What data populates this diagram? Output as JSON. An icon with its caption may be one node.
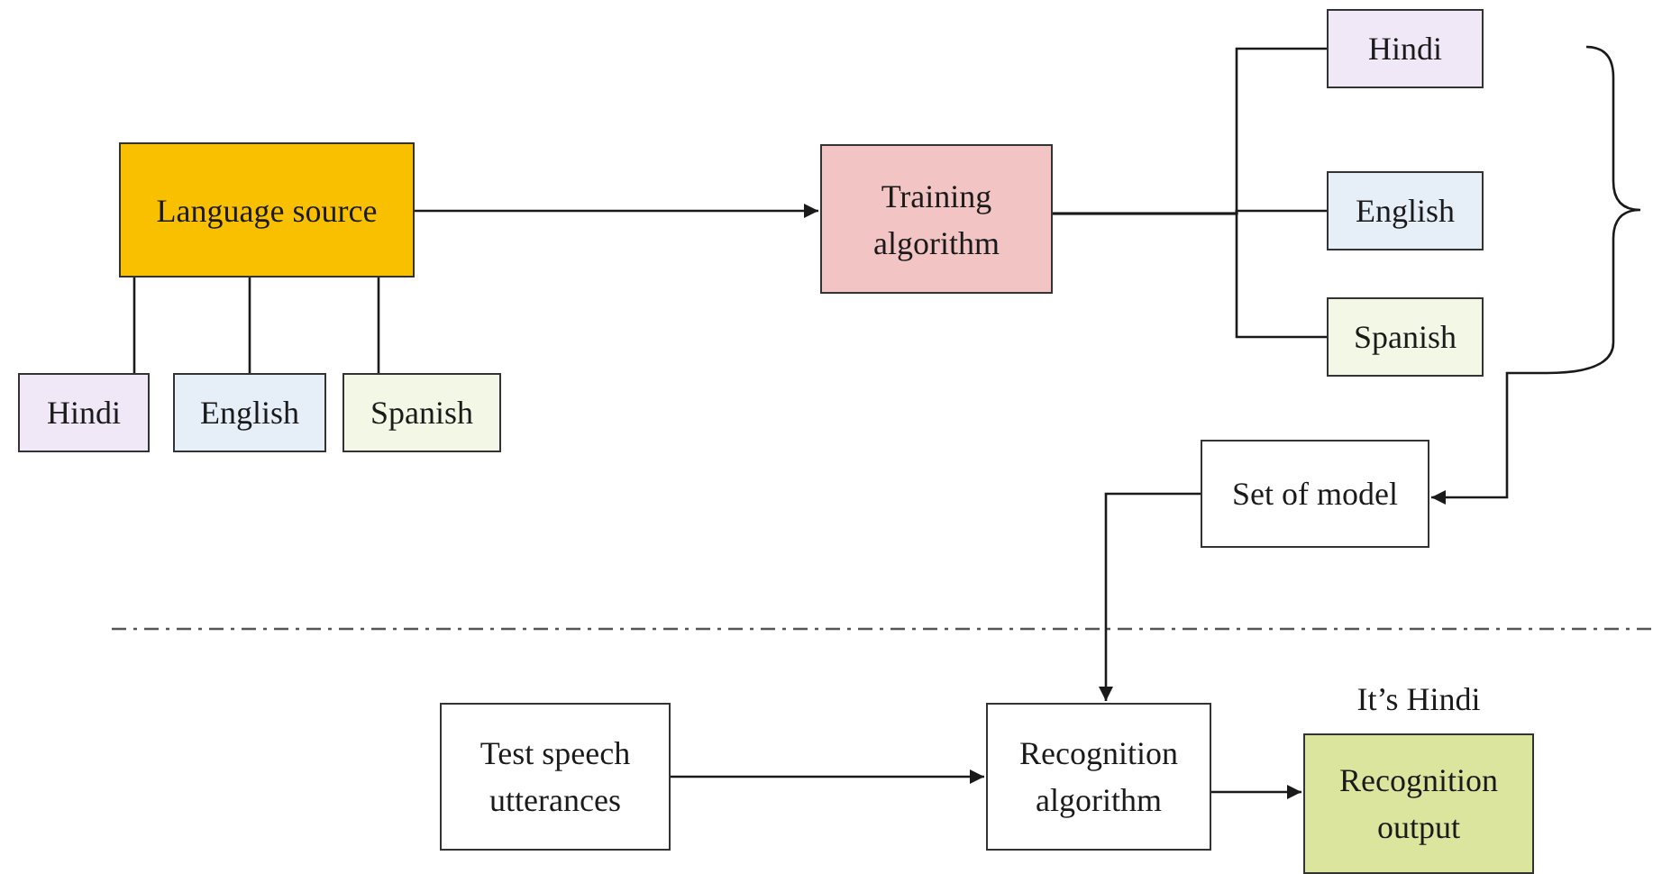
{
  "diagram": {
    "nodes": [
      {
        "text": [
          "Language source"
        ]
      },
      {
        "text": [
          "Hindi"
        ]
      },
      {
        "text": [
          "English"
        ]
      },
      {
        "text": [
          "Spanish"
        ]
      },
      {
        "text": [
          "Training algorithm"
        ]
      },
      {
        "text": [
          "Hindi"
        ]
      },
      {
        "text": [
          "English"
        ]
      },
      {
        "text": [
          "Spanish"
        ]
      },
      {
        "text": [],
        "shape": "brace"
      },
      {
        "text": [
          "Set of model"
        ]
      },
      {
        "text": [
          "Test speech utterances"
        ]
      },
      {
        "text": [
          "Recognition algorithm"
        ]
      },
      {
        "text": [
          "Recognition output"
        ],
        "beside": [
          "It’s Hindi"
        ]
      }
    ],
    "edges": [
      {
        "from": 0,
        "to": 1,
        "arrow": "none"
      },
      {
        "from": 0,
        "to": 2,
        "arrow": "none"
      },
      {
        "from": 0,
        "to": 3,
        "arrow": "none"
      },
      {
        "from": 0,
        "to": 4,
        "arrow": "to"
      },
      {
        "from": 4,
        "to": 5,
        "arrow": "none"
      },
      {
        "from": 4,
        "to": 6,
        "arrow": "none"
      },
      {
        "from": 4,
        "to": 7,
        "arrow": "none"
      },
      {
        "from": 8,
        "to": 9,
        "arrow": "to"
      },
      {
        "from": 9,
        "to": 11,
        "arrow": "to"
      },
      {
        "from": 10,
        "to": 11,
        "arrow": "to"
      },
      {
        "from": 11,
        "to": 12,
        "arrow": "to"
      }
    ]
  }
}
